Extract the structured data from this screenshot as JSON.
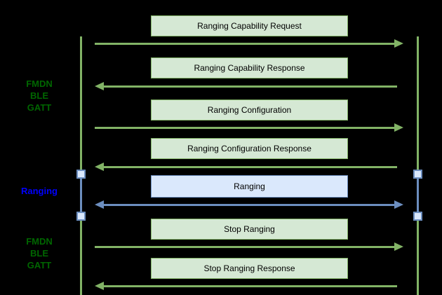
{
  "colors": {
    "background": "#000000",
    "green-stroke": "#82b366",
    "green-fill": "#d5e8d4",
    "blue-stroke": "#6c8ebf",
    "blue-fill": "#dae8fc",
    "label-green": "#006600",
    "label-blue": "#0000ff",
    "box-text": "#000000"
  },
  "side_labels": [
    {
      "text": "FMDN\nBLE\nGATT",
      "color": "#006600"
    },
    {
      "text": "Ranging",
      "color": "#0000ff"
    },
    {
      "text": "FMDN\nBLE\nGATT",
      "color": "#006600"
    }
  ],
  "messages": [
    {
      "label": "Ranging Capability Request",
      "direction": "right",
      "style": "green"
    },
    {
      "label": "Ranging Capability Response",
      "direction": "left",
      "style": "green"
    },
    {
      "label": "Ranging Configuration",
      "direction": "right",
      "style": "green"
    },
    {
      "label": "Ranging Configuration Response",
      "direction": "left",
      "style": "green"
    },
    {
      "label": "Ranging",
      "direction": "both",
      "style": "blue"
    },
    {
      "label": "Stop Ranging",
      "direction": "right",
      "style": "green"
    },
    {
      "label": "Stop Ranging Response",
      "direction": "left",
      "style": "green"
    }
  ]
}
